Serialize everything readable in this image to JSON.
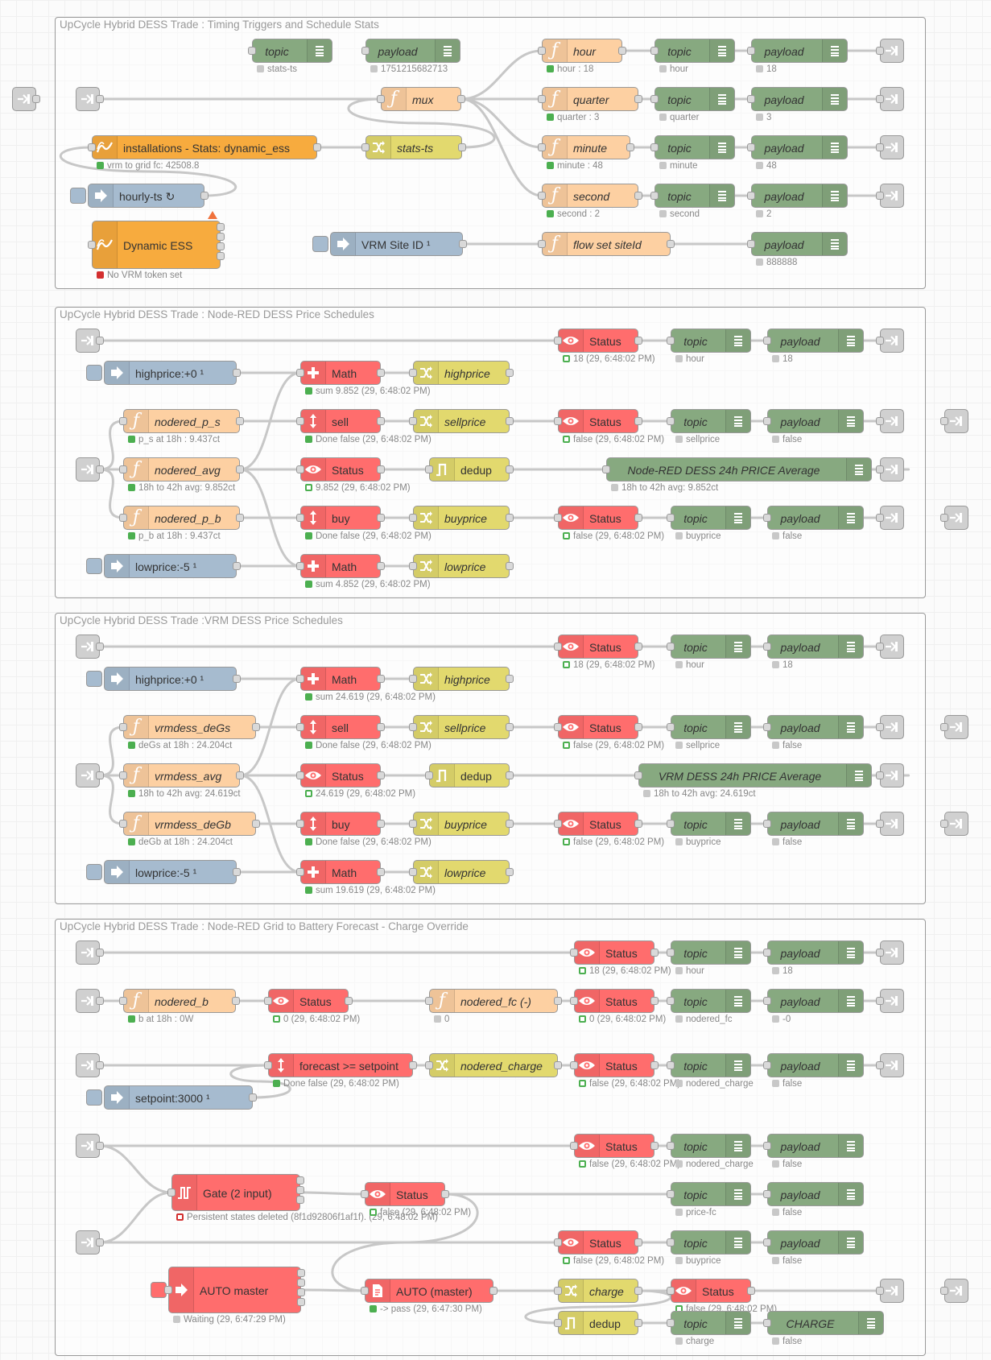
{
  "colors": {
    "function": "#fdd0a2",
    "debug": "#87a980",
    "inject": "#a6bbcf",
    "link": "#dddddd",
    "change": "#e2d96e",
    "status": "#ff6d6d",
    "vrm": "#f7ab3e",
    "delay": "#e6e0f8",
    "gate": "#ff6d6d",
    "switch": "#e2d96e",
    "math": "#ff6d6d"
  },
  "groups": [
    {
      "label": "UpCycle Hybrid DESS Trade : Timing Triggers and Schedule Stats"
    },
    {
      "label": "UpCycle Hybrid DESS Trade : Node-RED DESS Price Schedules"
    },
    {
      "label": "UpCycle Hybrid DESS Trade :VRM DESS Price Schedules"
    },
    {
      "label": "UpCycle Hybrid DESS Trade : Node-RED Grid to Battery Forecast - Charge Override"
    }
  ],
  "nodes": [
    {
      "label": "topic",
      "icon": "list-icon",
      "status": "stats-ts",
      "dot": "grey"
    },
    {
      "label": "payload",
      "icon": "list-icon",
      "status": "1751215682713",
      "dot": "grey"
    },
    {
      "label": "hour",
      "icon": "function-icon",
      "status": "hour : 18",
      "dot": "green"
    },
    {
      "label": "topic",
      "icon": "list-icon",
      "status": "hour",
      "dot": "grey"
    },
    {
      "label": "payload",
      "icon": "list-icon",
      "status": "18",
      "dot": "grey"
    },
    {
      "label": "",
      "icon": "link-out-icon"
    },
    {
      "label": "",
      "icon": "link-in-icon"
    },
    {
      "label": "",
      "icon": "link-in-icon"
    },
    {
      "label": "mux",
      "icon": "function-icon"
    },
    {
      "label": "quarter",
      "icon": "function-icon",
      "status": "quarter : 3",
      "dot": "green"
    },
    {
      "label": "topic",
      "icon": "list-icon",
      "status": "quarter",
      "dot": "grey"
    },
    {
      "label": "payload",
      "icon": "list-icon",
      "status": "3",
      "dot": "grey"
    },
    {
      "label": "",
      "icon": "link-out-icon"
    },
    {
      "label": "installations - Stats: dynamic_ess",
      "icon": "vrm-icon",
      "status": "vrm to grid fc: 42508.8",
      "dot": "green"
    },
    {
      "label": "stats-ts",
      "icon": "shuffle-icon"
    },
    {
      "label": "minute",
      "icon": "function-icon",
      "status": "minute : 48",
      "dot": "green"
    },
    {
      "label": "topic",
      "icon": "list-icon",
      "status": "minute",
      "dot": "grey"
    },
    {
      "label": "payload",
      "icon": "list-icon",
      "status": "48",
      "dot": "grey"
    },
    {
      "label": "",
      "icon": "link-out-icon"
    },
    {
      "label": "hourly-ts ↻",
      "icon": "inject-icon"
    },
    {
      "label": "second",
      "icon": "function-icon",
      "status": "second : 2",
      "dot": "green"
    },
    {
      "label": "topic",
      "icon": "list-icon",
      "status": "second",
      "dot": "grey"
    },
    {
      "label": "payload",
      "icon": "list-icon",
      "status": "2",
      "dot": "grey"
    },
    {
      "label": "",
      "icon": "link-out-icon"
    },
    {
      "label": "Dynamic ESS",
      "icon": "vrm-icon",
      "status": "No VRM token set",
      "dot": "red"
    },
    {
      "label": "VRM Site ID ¹",
      "icon": "inject-icon"
    },
    {
      "label": "flow set siteId",
      "icon": "function-icon"
    },
    {
      "label": "payload",
      "icon": "list-icon",
      "status": "888888",
      "dot": "grey"
    },
    {
      "label": "",
      "icon": "link-in-icon"
    },
    {
      "label": "Status",
      "icon": "eye-icon",
      "status": "18 (29, 6:48:02 PM)",
      "dot": "ring"
    },
    {
      "label": "topic",
      "icon": "list-icon",
      "status": "hour",
      "dot": "grey"
    },
    {
      "label": "payload",
      "icon": "list-icon",
      "status": "18",
      "dot": "grey"
    },
    {
      "label": "",
      "icon": "link-out-icon"
    },
    {
      "label": "highprice:+0 ¹",
      "icon": "inject-icon"
    },
    {
      "label": "Math",
      "icon": "plus-icon",
      "status": "sum 9.852 (29, 6:48:02 PM)",
      "dot": "green"
    },
    {
      "label": "highprice",
      "icon": "shuffle-icon"
    },
    {
      "label": "nodered_p_s",
      "icon": "function-icon",
      "status": "p_s at 18h : 9.437ct",
      "dot": "green"
    },
    {
      "label": "sell",
      "icon": "switch-icon",
      "status": "Done false (29, 6:48:02 PM)",
      "dot": "green"
    },
    {
      "label": "sellprice",
      "icon": "shuffle-icon"
    },
    {
      "label": "Status",
      "icon": "eye-icon",
      "status": "false (29, 6:48:02 PM)",
      "dot": "ring"
    },
    {
      "label": "topic",
      "icon": "list-icon",
      "status": "sellprice",
      "dot": "grey"
    },
    {
      "label": "payload",
      "icon": "list-icon",
      "status": "false",
      "dot": "grey"
    },
    {
      "label": "",
      "icon": "link-out-icon"
    },
    {
      "label": "",
      "icon": "link-out-icon"
    },
    {
      "label": "",
      "icon": "link-in-icon"
    },
    {
      "label": "nodered_avg",
      "icon": "function-icon",
      "status": "18h to 42h avg: 9.852ct",
      "dot": "green"
    },
    {
      "label": "Status",
      "icon": "eye-icon",
      "status": "9.852 (29, 6:48:02 PM)",
      "dot": "ring"
    },
    {
      "label": "dedup",
      "icon": "filter-icon"
    },
    {
      "label": "Node-RED DESS 24h PRICE Average",
      "icon": "list-icon",
      "status": "18h to 42h avg: 9.852ct",
      "dot": "grey"
    },
    {
      "label": "",
      "icon": "link-out-icon"
    },
    {
      "label": "nodered_p_b",
      "icon": "function-icon",
      "status": "p_b at 18h : 9.437ct",
      "dot": "green"
    },
    {
      "label": "buy",
      "icon": "switch-icon",
      "status": "Done false (29, 6:48:02 PM)",
      "dot": "green"
    },
    {
      "label": "buyprice",
      "icon": "shuffle-icon"
    },
    {
      "label": "Status",
      "icon": "eye-icon",
      "status": "false (29, 6:48:02 PM)",
      "dot": "ring"
    },
    {
      "label": "topic",
      "icon": "list-icon",
      "status": "buyprice",
      "dot": "grey"
    },
    {
      "label": "payload",
      "icon": "list-icon",
      "status": "false",
      "dot": "grey"
    },
    {
      "label": "",
      "icon": "link-out-icon"
    },
    {
      "label": "",
      "icon": "link-out-icon"
    },
    {
      "label": "lowprice:-5 ¹",
      "icon": "inject-icon"
    },
    {
      "label": "Math",
      "icon": "plus-icon",
      "status": "sum 4.852 (29, 6:48:02 PM)",
      "dot": "green"
    },
    {
      "label": "lowprice",
      "icon": "shuffle-icon"
    },
    {
      "label": "",
      "icon": "link-in-icon"
    },
    {
      "label": "Status",
      "icon": "eye-icon",
      "status": "18 (29, 6:48:02 PM)",
      "dot": "ring"
    },
    {
      "label": "topic",
      "icon": "list-icon",
      "status": "hour",
      "dot": "grey"
    },
    {
      "label": "payload",
      "icon": "list-icon",
      "status": "18",
      "dot": "grey"
    },
    {
      "label": "",
      "icon": "link-out-icon"
    },
    {
      "label": "highprice:+0 ¹",
      "icon": "inject-icon"
    },
    {
      "label": "Math",
      "icon": "plus-icon",
      "status": "sum 24.619 (29, 6:48:02 PM)",
      "dot": "green"
    },
    {
      "label": "highprice",
      "icon": "shuffle-icon"
    },
    {
      "label": "vrmdess_deGs",
      "icon": "function-icon",
      "status": "deGs at 18h : 24.204ct",
      "dot": "green"
    },
    {
      "label": "sell",
      "icon": "switch-icon",
      "status": "Done false (29, 6:48:02 PM)",
      "dot": "green"
    },
    {
      "label": "sellprice",
      "icon": "shuffle-icon"
    },
    {
      "label": "Status",
      "icon": "eye-icon",
      "status": "false (29, 6:48:02 PM)",
      "dot": "ring"
    },
    {
      "label": "topic",
      "icon": "list-icon",
      "status": "sellprice",
      "dot": "grey"
    },
    {
      "label": "payload",
      "icon": "list-icon",
      "status": "false",
      "dot": "grey"
    },
    {
      "label": "",
      "icon": "link-out-icon"
    },
    {
      "label": "",
      "icon": "link-out-icon"
    },
    {
      "label": "",
      "icon": "link-in-icon"
    },
    {
      "label": "vrmdess_avg",
      "icon": "function-icon",
      "status": "18h to 42h avg: 24.619ct",
      "dot": "green"
    },
    {
      "label": "Status",
      "icon": "eye-icon",
      "status": "24.619 (29, 6:48:02 PM)",
      "dot": "ring"
    },
    {
      "label": "dedup",
      "icon": "filter-icon"
    },
    {
      "label": "VRM DESS 24h PRICE Average",
      "icon": "list-icon",
      "status": "18h to 42h avg: 24.619ct",
      "dot": "grey"
    },
    {
      "label": "",
      "icon": "link-out-icon"
    },
    {
      "label": "vrmdess_deGb",
      "icon": "function-icon",
      "status": "deGb at 18h : 24.204ct",
      "dot": "green"
    },
    {
      "label": "buy",
      "icon": "switch-icon",
      "status": "Done false (29, 6:48:02 PM)",
      "dot": "green"
    },
    {
      "label": "buyprice",
      "icon": "shuffle-icon"
    },
    {
      "label": "Status",
      "icon": "eye-icon",
      "status": "false (29, 6:48:02 PM)",
      "dot": "ring"
    },
    {
      "label": "topic",
      "icon": "list-icon",
      "status": "buyprice",
      "dot": "grey"
    },
    {
      "label": "payload",
      "icon": "list-icon",
      "status": "false",
      "dot": "grey"
    },
    {
      "label": "",
      "icon": "link-out-icon"
    },
    {
      "label": "",
      "icon": "link-out-icon"
    },
    {
      "label": "lowprice:-5 ¹",
      "icon": "inject-icon"
    },
    {
      "label": "Math",
      "icon": "plus-icon",
      "status": "sum 19.619 (29, 6:48:02 PM)",
      "dot": "green"
    },
    {
      "label": "lowprice",
      "icon": "shuffle-icon"
    },
    {
      "label": "",
      "icon": "link-in-icon"
    },
    {
      "label": "Status",
      "icon": "eye-icon",
      "status": "18 (29, 6:48:02 PM)",
      "dot": "ring"
    },
    {
      "label": "topic",
      "icon": "list-icon",
      "status": "hour",
      "dot": "grey"
    },
    {
      "label": "payload",
      "icon": "list-icon",
      "status": "18",
      "dot": "grey"
    },
    {
      "label": "",
      "icon": "link-out-icon"
    },
    {
      "label": "",
      "icon": "link-in-icon"
    },
    {
      "label": "nodered_b",
      "icon": "function-icon",
      "status": "b at 18h : 0W",
      "dot": "green"
    },
    {
      "label": "Status",
      "icon": "eye-icon",
      "status": "0 (29, 6:48:02 PM)",
      "dot": "ring"
    },
    {
      "label": "nodered_fc (-)",
      "icon": "function-icon",
      "status": "0",
      "dot": "grey"
    },
    {
      "label": "Status",
      "icon": "eye-icon",
      "status": "0 (29, 6:48:02 PM)",
      "dot": "ring"
    },
    {
      "label": "topic",
      "icon": "list-icon",
      "status": "nodered_fc",
      "dot": "grey"
    },
    {
      "label": "payload",
      "icon": "list-icon",
      "status": "-0",
      "dot": "grey"
    },
    {
      "label": "",
      "icon": "link-out-icon"
    },
    {
      "label": "",
      "icon": "link-in-icon"
    },
    {
      "label": "forecast >= setpoint",
      "icon": "switch-icon",
      "status": "Done false (29, 6:48:02 PM)",
      "dot": "green"
    },
    {
      "label": "nodered_charge",
      "icon": "shuffle-icon"
    },
    {
      "label": "Status",
      "icon": "eye-icon",
      "status": "false (29, 6:48:02 PM)",
      "dot": "ring"
    },
    {
      "label": "topic",
      "icon": "list-icon",
      "status": "nodered_charge",
      "dot": "grey"
    },
    {
      "label": "payload",
      "icon": "list-icon",
      "status": "false",
      "dot": "grey"
    },
    {
      "label": "",
      "icon": "link-out-icon"
    },
    {
      "label": "setpoint:3000 ¹",
      "icon": "inject-icon"
    },
    {
      "label": "",
      "icon": "link-in-icon"
    },
    {
      "label": "Status",
      "icon": "eye-icon",
      "status": "false (29, 6:48:02 PM)",
      "dot": "ring"
    },
    {
      "label": "topic",
      "icon": "list-icon",
      "status": "nodered_charge",
      "dot": "grey"
    },
    {
      "label": "payload",
      "icon": "list-icon",
      "status": "false",
      "dot": "grey"
    },
    {
      "label": "Gate (2 input)",
      "icon": "gate-icon",
      "status": "Persistent states deleted (8f1d92806f1af1f). (29, 6:48:02 PM)",
      "dot": "redring"
    },
    {
      "label": "Status",
      "icon": "eye-icon",
      "status": "false (29, 6:48:02 PM)",
      "dot": "ring"
    },
    {
      "label": "topic",
      "icon": "list-icon",
      "status": "price-fc",
      "dot": "grey"
    },
    {
      "label": "payload",
      "icon": "list-icon",
      "status": "false",
      "dot": "grey"
    },
    {
      "label": "",
      "icon": "link-in-icon"
    },
    {
      "label": "Status",
      "icon": "eye-icon",
      "status": "false (29, 6:48:02 PM)",
      "dot": "ring"
    },
    {
      "label": "topic",
      "icon": "list-icon",
      "status": "buyprice",
      "dot": "grey"
    },
    {
      "label": "payload",
      "icon": "list-icon",
      "status": "false",
      "dot": "grey"
    },
    {
      "label": "AUTO master",
      "icon": "inject-icon",
      "status": "Waiting (29, 6:47:29 PM)",
      "dot": "grey"
    },
    {
      "label": "AUTO (master)",
      "icon": "file-icon",
      "status": "-> pass (29, 6:47:30 PM)",
      "dot": "green"
    },
    {
      "label": "charge",
      "icon": "shuffle-icon"
    },
    {
      "label": "Status",
      "icon": "eye-icon",
      "status": "false (29, 6:48:02 PM)",
      "dot": "ring"
    },
    {
      "label": "",
      "icon": "link-out-icon"
    },
    {
      "label": "",
      "icon": "link-out-icon"
    },
    {
      "label": "dedup",
      "icon": "filter-icon"
    },
    {
      "label": "topic",
      "icon": "list-icon",
      "status": "charge",
      "dot": "grey"
    },
    {
      "label": "CHARGE",
      "icon": "list-icon",
      "status": "false",
      "dot": "grey"
    }
  ]
}
